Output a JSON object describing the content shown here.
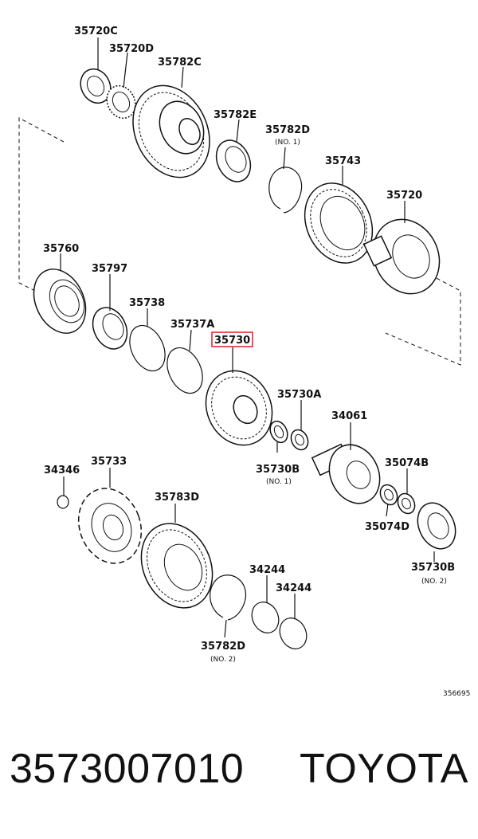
{
  "labels": {
    "l_35720C": "35720C",
    "l_35720D": "35720D",
    "l_35782C": "35782C",
    "l_35782E": "35782E",
    "l_35782D_top": "35782D",
    "l_no1_top": "(NO. 1)",
    "l_35743": "35743",
    "l_35720": "35720",
    "l_35760": "35760",
    "l_35797": "35797",
    "l_35738": "35738",
    "l_35737A": "35737A",
    "l_35730": "35730",
    "l_35730A": "35730A",
    "l_34061": "34061",
    "l_35730B_a": "35730B",
    "l_no1_b": "(NO. 1)",
    "l_35074B": "35074B",
    "l_35074D": "35074D",
    "l_34346": "34346",
    "l_35733": "35733",
    "l_35783D": "35783D",
    "l_34244_a": "34244",
    "l_34244_b": "34244",
    "l_35730B_b": "35730B",
    "l_no2_b": "(NO. 2)",
    "l_35782D_bot": "35782D",
    "l_no2_bot": "(NO. 2)",
    "ref_number": "356695"
  },
  "highlight_color": "#e03030",
  "footer": {
    "part_number": "3573007010",
    "brand": "TOYOTA"
  }
}
